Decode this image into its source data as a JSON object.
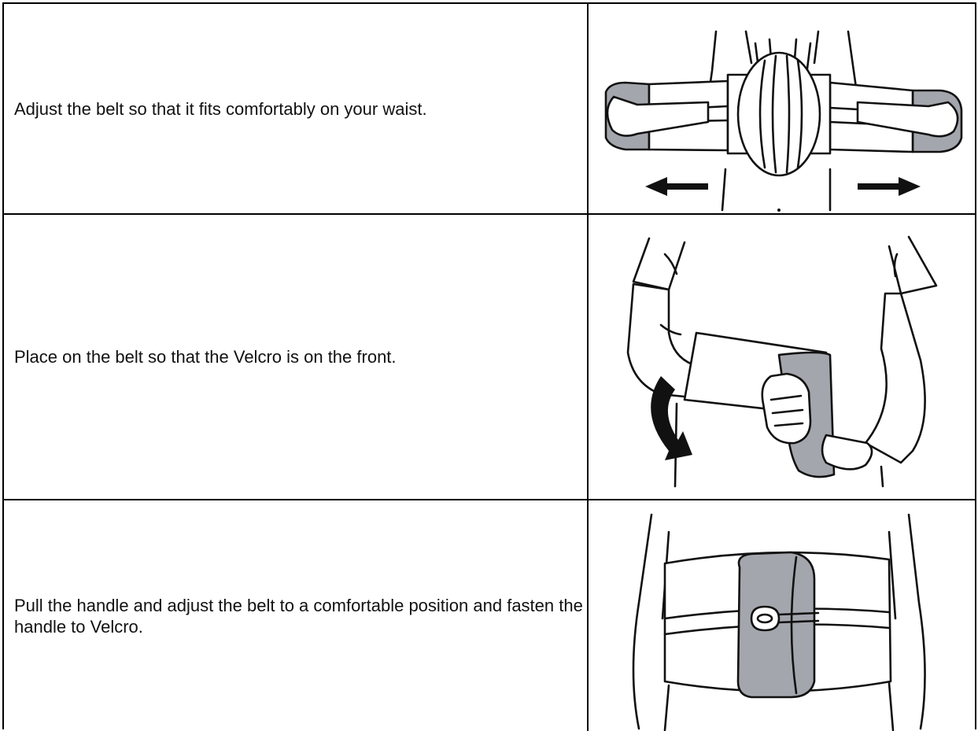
{
  "steps": [
    {
      "text": "Adjust the belt so that it fits comfortably on your waist.",
      "illustration": "belt-stretch-illustration"
    },
    {
      "text": "Place on the belt so that the Velcro is on the front.",
      "illustration": "belt-wrap-illustration"
    },
    {
      "text": "Pull the handle and adjust the belt to a comfortable position and fasten the handle to Velcro.",
      "illustration": "belt-fasten-illustration"
    }
  ],
  "colors": {
    "border": "#000000",
    "velcro_gray": "#a4a6ad",
    "text": "#111111"
  }
}
